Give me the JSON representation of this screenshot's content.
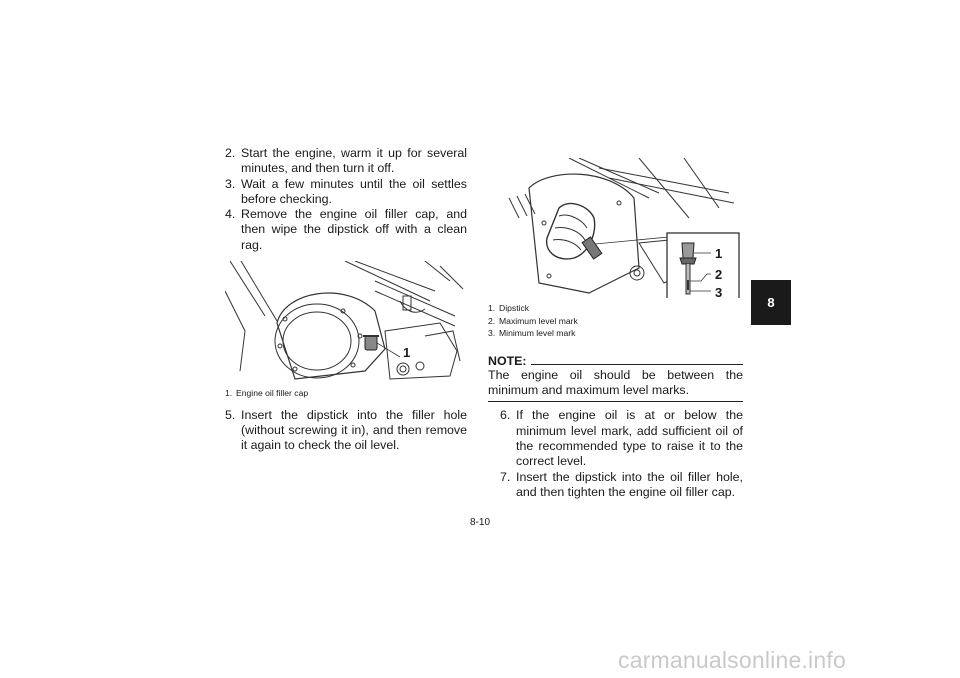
{
  "page": {
    "number": "8-10",
    "chapter_tab": "8",
    "watermark": "carmanualsonline.info"
  },
  "left_column": {
    "steps_top": [
      {
        "num": "2.",
        "text": "Start the engine, warm it up for several minutes, and then turn it off."
      },
      {
        "num": "3.",
        "text": "Wait a few minutes until the oil settles before checking."
      },
      {
        "num": "4.",
        "text": "Remove the engine oil filler cap, and then wipe the dipstick off with a clean rag."
      }
    ],
    "figure1": {
      "callout": "1",
      "captions": [
        {
          "num": "1.",
          "text": "Engine oil filler cap"
        }
      ]
    },
    "steps_bottom": [
      {
        "num": "5.",
        "text": "Insert the dipstick into the filler hole (without screwing it in), and then remove it again to check the oil level."
      }
    ]
  },
  "right_column": {
    "figure2": {
      "callouts": [
        "1",
        "2",
        "3"
      ],
      "captions": [
        {
          "num": "1.",
          "text": "Dipstick"
        },
        {
          "num": "2.",
          "text": "Maximum level mark"
        },
        {
          "num": "3.",
          "text": "Minimum level mark"
        }
      ]
    },
    "note": {
      "label": "NOTE:",
      "text": "The engine oil should be between the minimum and maximum level marks."
    },
    "steps": [
      {
        "num": "6.",
        "text": "If the engine oil is at or below the minimum level mark, add sufficient oil of the recommended type to raise it to the correct level."
      },
      {
        "num": "7.",
        "text": "Insert the dipstick into the oil filler hole, and then tighten the engine oil filler cap."
      }
    ]
  }
}
